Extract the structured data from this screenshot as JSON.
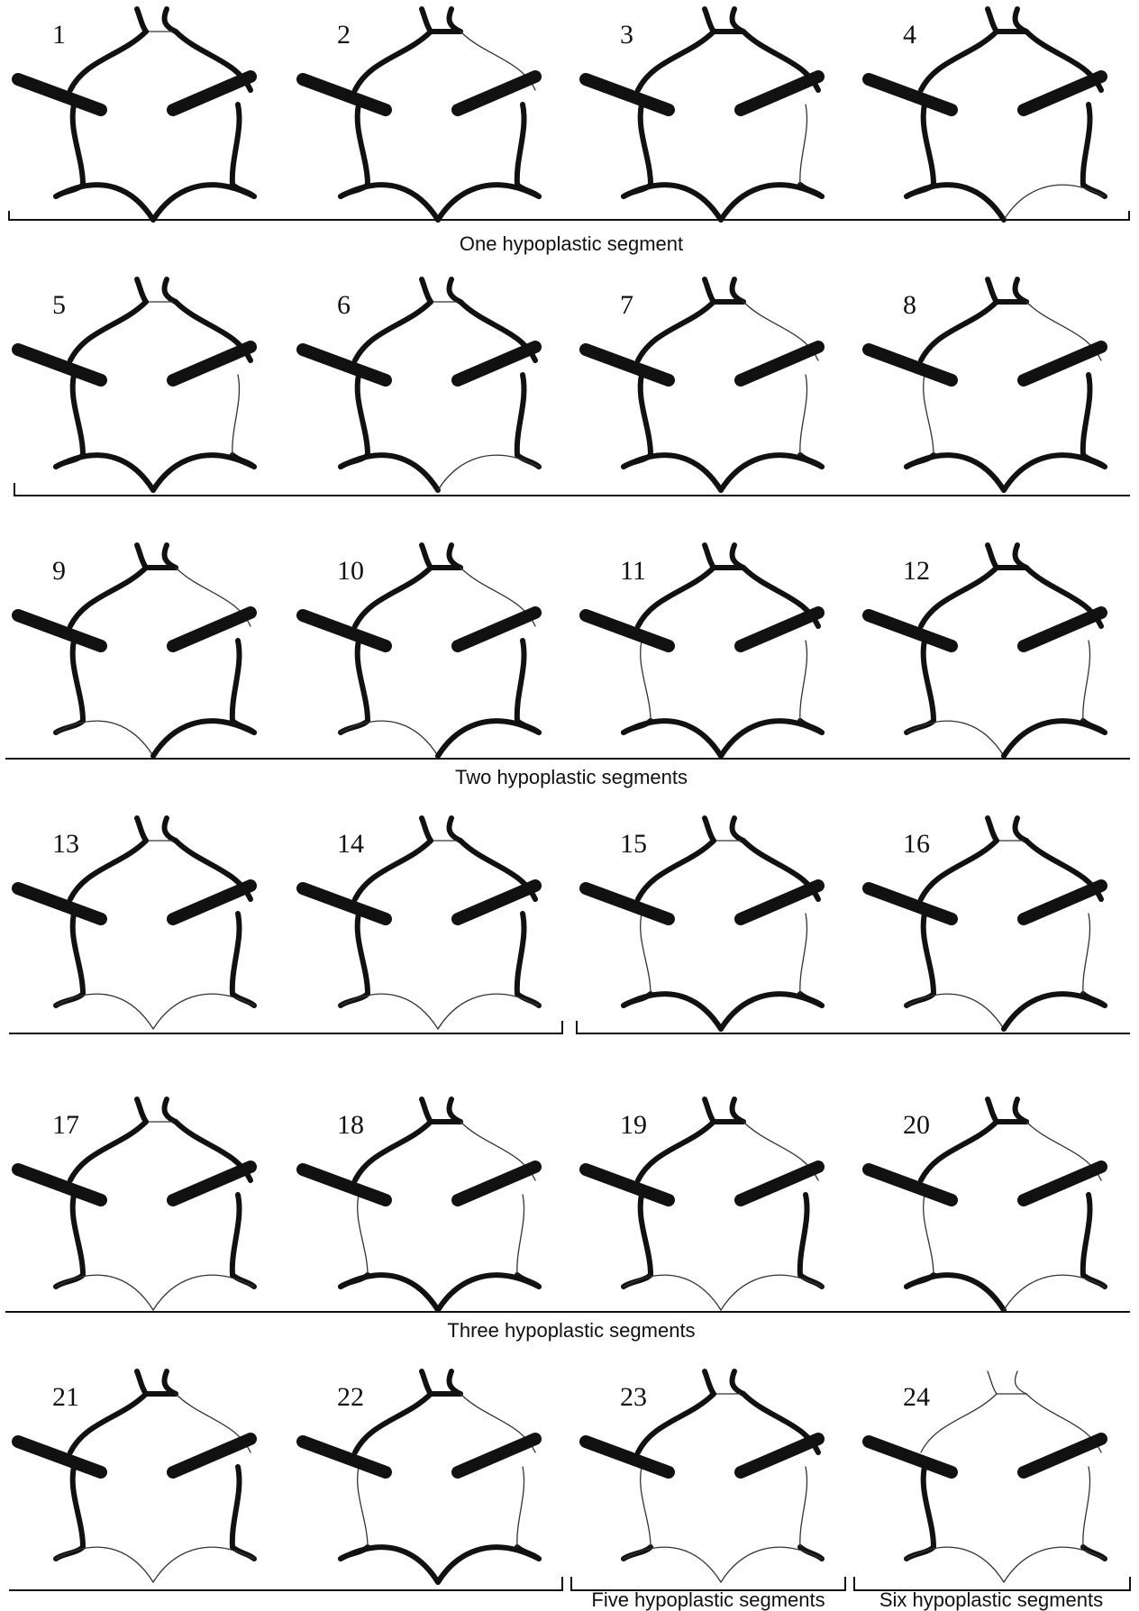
{
  "figure": {
    "panels": [
      {
        "label": "1",
        "hypoplastic": [
          "top"
        ]
      },
      {
        "label": "2",
        "hypoplastic": [
          "ur"
        ]
      },
      {
        "label": "3",
        "hypoplastic": [
          "lr"
        ]
      },
      {
        "label": "4",
        "hypoplastic": [
          "br"
        ]
      },
      {
        "label": "5",
        "hypoplastic": [
          "top",
          "lr"
        ]
      },
      {
        "label": "6",
        "hypoplastic": [
          "top",
          "br"
        ]
      },
      {
        "label": "7",
        "hypoplastic": [
          "ur",
          "lr"
        ]
      },
      {
        "label": "8",
        "hypoplastic": [
          "ur",
          "ll"
        ]
      },
      {
        "label": "9",
        "hypoplastic": [
          "ur",
          "bl"
        ]
      },
      {
        "label": "10",
        "hypoplastic": [
          "ur",
          "bl"
        ]
      },
      {
        "label": "11",
        "hypoplastic": [
          "ll",
          "lr"
        ]
      },
      {
        "label": "12",
        "hypoplastic": [
          "lr",
          "bl"
        ]
      },
      {
        "label": "13",
        "hypoplastic": [
          "top",
          "bl",
          "br"
        ]
      },
      {
        "label": "14",
        "hypoplastic": [
          "top",
          "bl",
          "br"
        ]
      },
      {
        "label": "15",
        "hypoplastic": [
          "top",
          "ll",
          "lr"
        ]
      },
      {
        "label": "16",
        "hypoplastic": [
          "top",
          "lr",
          "bl"
        ]
      },
      {
        "label": "17",
        "hypoplastic": [
          "top",
          "bl",
          "br"
        ]
      },
      {
        "label": "18",
        "hypoplastic": [
          "ur",
          "ll",
          "lr"
        ]
      },
      {
        "label": "19",
        "hypoplastic": [
          "ur",
          "bl",
          "br"
        ]
      },
      {
        "label": "20",
        "hypoplastic": [
          "ur",
          "ll",
          "br"
        ]
      },
      {
        "label": "21",
        "hypoplastic": [
          "ur",
          "bl",
          "br"
        ]
      },
      {
        "label": "22",
        "hypoplastic": [
          "ur",
          "ll",
          "lr"
        ]
      },
      {
        "label": "23",
        "hypoplastic": [
          "top",
          "ll",
          "lr",
          "br",
          "bl"
        ]
      },
      {
        "label": "24",
        "hypoplastic": [
          "top",
          "ul",
          "ur",
          "lr",
          "br",
          "bl"
        ]
      }
    ],
    "groups": [
      {
        "label": "One hypoplastic segment"
      },
      {
        "label": "Two hypoplastic segments"
      },
      {
        "label": "Three hypoplastic segments"
      },
      {
        "label": "Five hypoplastic segments"
      },
      {
        "label": "Six hypoplastic segments"
      }
    ]
  }
}
